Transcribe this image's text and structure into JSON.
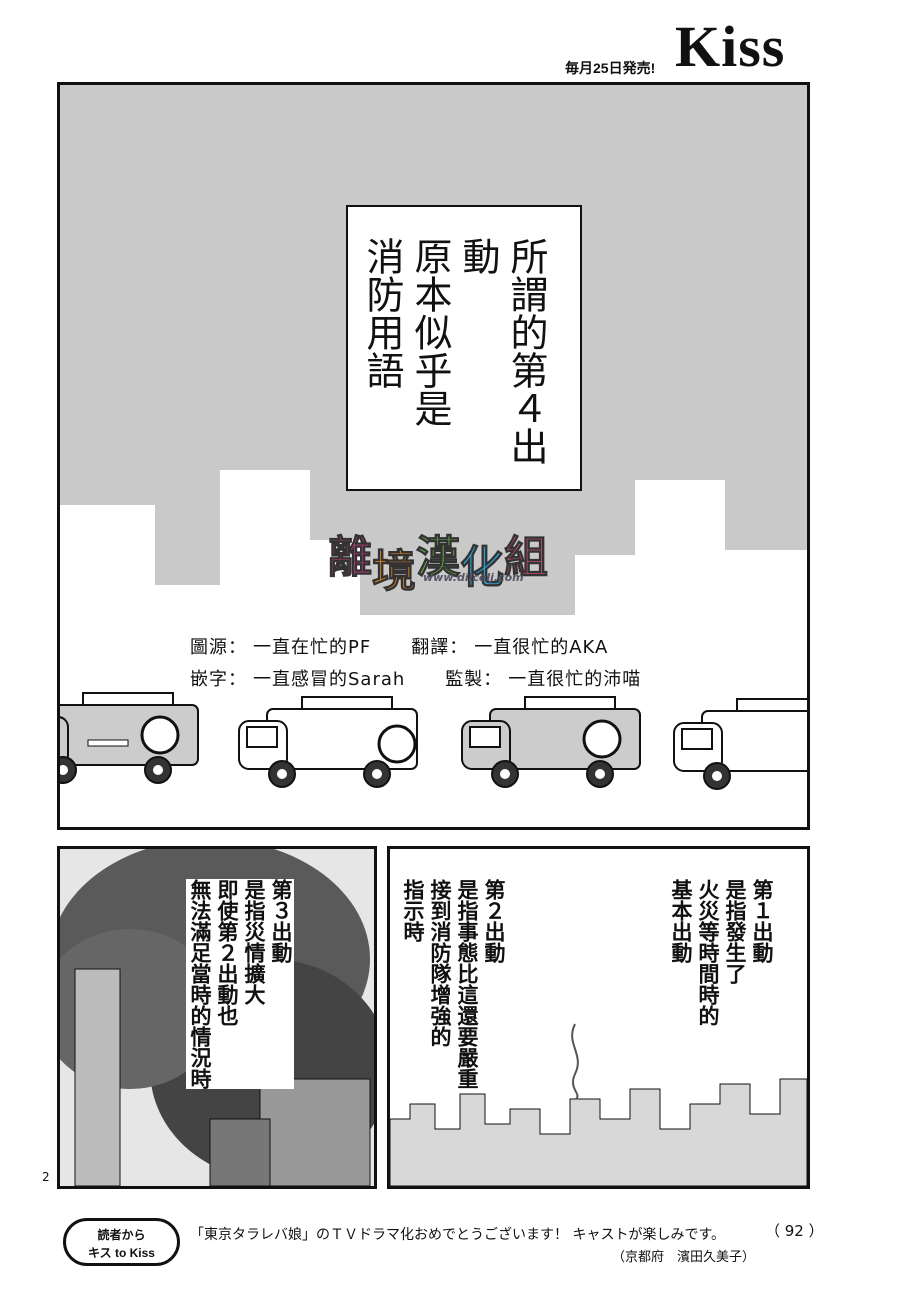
{
  "header": {
    "magazine_title": "Kiss",
    "tagline": "毎月25日発売!"
  },
  "top_panel": {
    "caption": [
      "所謂的第４出動",
      "原本似乎是",
      "消防用語"
    ],
    "watermark": {
      "chars": [
        "離",
        "境",
        "漢",
        "化",
        "組"
      ],
      "url": "www.dilcelj.com"
    },
    "credits": [
      [
        {
          "role": "圖源：",
          "name": "一直在忙的PF"
        },
        {
          "role": "翻譯：",
          "name": "一直很忙的AKA"
        }
      ],
      [
        {
          "role": "嵌字：",
          "name": "一直感冒的Sarah"
        },
        {
          "role": "監製：",
          "name": "一直很忙的沛喵"
        }
      ]
    ]
  },
  "bottom_left": {
    "narration": [
      "第３出動",
      "是指災情擴大",
      "即使第２出動也",
      "無法滿足當時的情況時"
    ]
  },
  "bottom_right": {
    "narration_a": [
      "第２出動",
      "是指事態比這還要嚴重",
      "接到消防隊增強的",
      "指示時"
    ],
    "narration_b": [
      "第１出動",
      "是指發生了",
      "火災等時間時的",
      "基本出動"
    ]
  },
  "page_number": "2",
  "footer": {
    "badge_line1": "読者から",
    "badge_line2": "キス to Kiss",
    "message": "「東京タラレバ娘」のＴＶドラマ化おめでとうございます！ キャストが楽しみです。",
    "sender": "（京都府　濱田久美子）",
    "folio": "（ 92 ）"
  },
  "colors": {
    "ink": "#111111",
    "screentone": "#c9c9c9",
    "watermark": [
      "#e8408a",
      "#f08a1c",
      "#6cc24a",
      "#2aa7d8",
      "#e0507a"
    ]
  }
}
